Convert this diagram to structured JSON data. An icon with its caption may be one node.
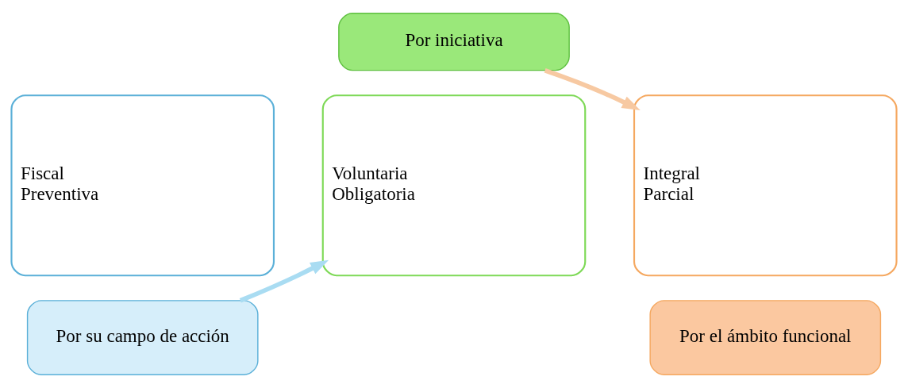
{
  "diagram": {
    "nodes": [
      {
        "text": [
          "Fiscal",
          "Preventiva"
        ]
      },
      {
        "text": [
          "Por su campo de acción"
        ]
      },
      {
        "text": [
          "Voluntaria",
          "Obligatoria"
        ]
      },
      {
        "text": [
          "Por iniciativa"
        ]
      },
      {
        "text": [
          "Integral",
          "Parcial"
        ]
      },
      {
        "text": [
          "Por el ámbito funcional"
        ]
      }
    ],
    "edges": [
      {
        "from": 1,
        "to": 2,
        "arrow": "to",
        "color": "#a9dcf2"
      },
      {
        "from": 3,
        "to": 4,
        "arrow": "to",
        "color": "#f7c9a2"
      }
    ]
  }
}
